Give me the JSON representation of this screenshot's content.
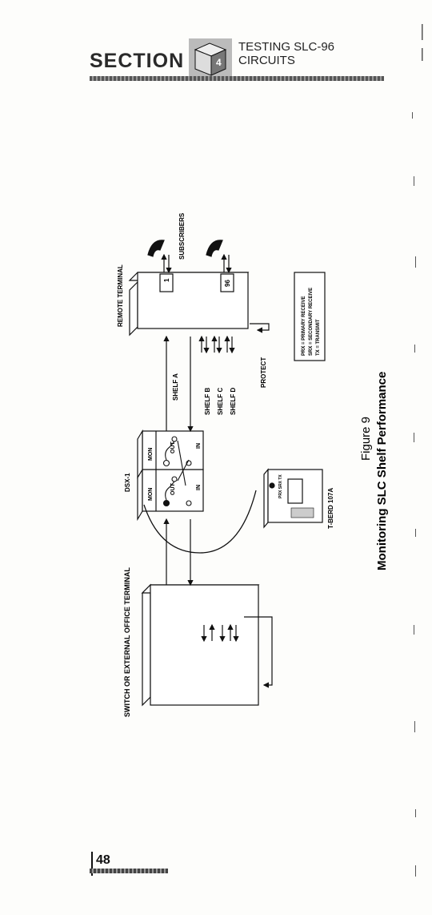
{
  "header": {
    "section_word": "SECTION",
    "title_line1": "TESTING SLC-96",
    "title_line2": "CIRCUITS",
    "section_number": "4"
  },
  "diagram": {
    "switch_terminal": "SWITCH OR EXTERNAL OFFICE TERMINAL",
    "dsx_label": "DSX-1",
    "mon": "MON",
    "out": "OUT",
    "in": "IN",
    "tberd_label": "T-BERD 107A",
    "tberd_port": "PRX SRX TX",
    "remote_terminal": "REMOTE TERMINAL",
    "channel_1": "1",
    "channel_96": "96",
    "subscribers": "SUBSCRIBERS",
    "shelf_a": "SHELF A",
    "shelf_b": "SHELF B",
    "shelf_c": "SHELF C",
    "shelf_d": "SHELF D",
    "protect": "PROTECT",
    "legend": [
      "PRX = PRIMARY RECEIVE",
      "SRX = SECONDARY RECEIVE",
      "TX = TRANSMIT"
    ],
    "figure_number": "Figure 9",
    "figure_title": "Monitoring SLC Shelf Performance"
  },
  "footer": {
    "page_number": "48"
  }
}
